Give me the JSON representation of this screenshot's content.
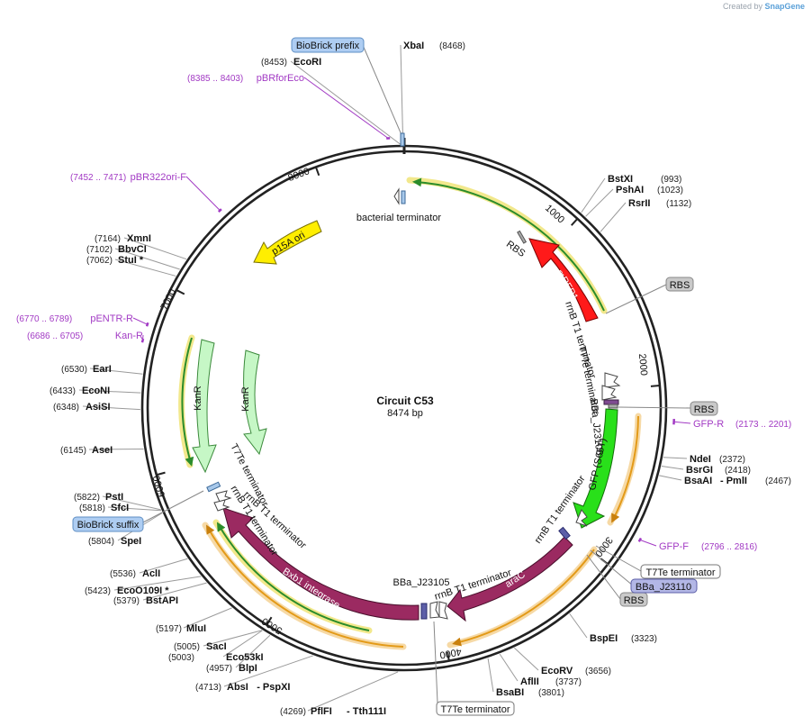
{
  "credit": {
    "prefix": "Created by",
    "brand": "SnapGene"
  },
  "plasmid": {
    "name": "Circuit C53",
    "length": "8474 bp",
    "total_bp": 8474
  },
  "ticks": [
    {
      "bp": 1000,
      "label": "1000"
    },
    {
      "bp": 2000,
      "label": "2000"
    },
    {
      "bp": 3000,
      "label": "3000"
    },
    {
      "bp": 4000,
      "label": "4000"
    },
    {
      "bp": 5000,
      "label": "5000"
    },
    {
      "bp": 6000,
      "label": "6000"
    },
    {
      "bp": 7000,
      "label": "7000"
    },
    {
      "bp": 8000,
      "label": "8000"
    }
  ],
  "enzymes": [
    {
      "name": "XbaI",
      "pos": "(8468)",
      "bp": 8468
    },
    {
      "name": "EcoRI",
      "pos": "(8453)",
      "bp": 8453
    },
    {
      "name": "BstXI",
      "pos": "(993)",
      "bp": 993
    },
    {
      "name": "PshAI",
      "pos": "(1023)",
      "bp": 1023
    },
    {
      "name": "RsrII",
      "pos": "(1132)",
      "bp": 1132
    },
    {
      "name": "NdeI",
      "pos": "(2372)",
      "bp": 2372
    },
    {
      "name": "BsrGI",
      "pos": "(2418)",
      "bp": 2418
    },
    {
      "name": "BsaAI",
      "extra": "- PmlI",
      "pos": "(2467)",
      "bp": 2467
    },
    {
      "name": "BspEI",
      "pos": "(3323)",
      "bp": 3323
    },
    {
      "name": "EcoRV",
      "pos": "(3656)",
      "bp": 3656
    },
    {
      "name": "AflII",
      "pos": "(3737)",
      "bp": 3737
    },
    {
      "name": "BsaBI",
      "pos": "(3801)",
      "bp": 3801
    },
    {
      "name": "PflFI",
      "extra": "- Tth111I",
      "pos": "(4269)",
      "bp": 4269
    },
    {
      "name": "AbsI",
      "extra": "- PspXI",
      "pos": "(4713)",
      "bp": 4713
    },
    {
      "name": "BlpI",
      "pos": "(4957)",
      "bp": 4957
    },
    {
      "name": "Eco53kI",
      "pos": "(5003)",
      "bp": 5003
    },
    {
      "name": "SacI",
      "pos": "(5005)",
      "bp": 5005
    },
    {
      "name": "MluI",
      "pos": "(5197)",
      "bp": 5197
    },
    {
      "name": "BstAPI",
      "pos": "(5379)",
      "bp": 5379
    },
    {
      "name": "EcoO109I *",
      "pos": "(5423)",
      "bp": 5423
    },
    {
      "name": "AclI",
      "pos": "(5536)",
      "bp": 5536
    },
    {
      "name": "SpeI",
      "pos": "(5804)",
      "bp": 5804
    },
    {
      "name": "SfcI",
      "pos": "(5818)",
      "bp": 5818
    },
    {
      "name": "PstI",
      "pos": "(5822)",
      "bp": 5822
    },
    {
      "name": "AseI",
      "pos": "(6145)",
      "bp": 6145
    },
    {
      "name": "AsiSI",
      "pos": "(6348)",
      "bp": 6348
    },
    {
      "name": "EcoNI",
      "pos": "(6433)",
      "bp": 6433
    },
    {
      "name": "EarI",
      "pos": "(6530)",
      "bp": 6530
    },
    {
      "name": "StuI *",
      "pos": "(7062)",
      "bp": 7062
    },
    {
      "name": "BbvCI",
      "pos": "(7102)",
      "bp": 7102
    },
    {
      "name": "XmnI",
      "pos": "(7164)",
      "bp": 7164
    }
  ],
  "primers": [
    {
      "name": "pBRforEco",
      "range": "(8385 .. 8403)",
      "start": 8385,
      "end": 8403
    },
    {
      "name": "pBR322ori-F",
      "range": "(7452 .. 7471)",
      "start": 7452,
      "end": 7471
    },
    {
      "name": "pENTR-R",
      "range": "(6770 .. 6789)",
      "start": 6770,
      "end": 6789
    },
    {
      "name": "Kan-R",
      "range": "(6686 .. 6705)",
      "start": 6686,
      "end": 6705
    },
    {
      "name": "GFP-R",
      "range": "(2173 .. 2201)",
      "start": 2173,
      "end": 2201
    },
    {
      "name": "GFP-F",
      "range": "(2796 .. 2816)",
      "start": 2796,
      "end": 2816
    }
  ],
  "boxed_features": [
    {
      "name": "BioBrick prefix",
      "color": "#aecdf2",
      "border": "#5f8fc4"
    },
    {
      "name": "BioBrick suffix",
      "color": "#aecdf2",
      "border": "#5f8fc4"
    },
    {
      "name": "RBS",
      "color": "#c9c9c9",
      "border": "#888888"
    },
    {
      "name": "RBS",
      "color": "#c9c9c9",
      "border": "#888888"
    },
    {
      "name": "RBS",
      "color": "#c9c9c9",
      "border": "#888888"
    },
    {
      "name": "T7Te terminator",
      "color": "#ffffff",
      "border": "#777777"
    },
    {
      "name": "BBa_J23110",
      "color": "#b3b7e6",
      "border": "#5c5fa8"
    },
    {
      "name": "T7Te terminator",
      "color": "#ffffff",
      "border": "#777777"
    }
  ],
  "features": [
    {
      "name": "mRFP1",
      "color": "#ff1a1a",
      "text_color": "#ffffff"
    },
    {
      "name": "GFP (S65T)",
      "color": "#29e01a",
      "text_color": "#111111"
    },
    {
      "name": "araC",
      "color": "#9b2a61",
      "text_color": "#ffffff"
    },
    {
      "name": "Bxb1 integrase",
      "color": "#9b2a61",
      "text_color": "#ffffff"
    },
    {
      "name": "p15A ori",
      "color": "#ffee00",
      "text_color": "#111111"
    },
    {
      "name": "KanR",
      "color": "#c6f7c6",
      "text_color": "#111111"
    },
    {
      "name": "KanR",
      "color": "#c6f7c6",
      "text_color": "#111111"
    }
  ],
  "feature_labels": [
    {
      "name": "bacterial terminator"
    },
    {
      "name": "RBS"
    },
    {
      "name": "rrnB T1 terminator"
    },
    {
      "name": "T7Te terminator"
    },
    {
      "name": "BBa_J23106"
    },
    {
      "name": "rrnB T1 terminator"
    },
    {
      "name": "BBa_J23105"
    },
    {
      "name": "rrnB T1 terminator"
    },
    {
      "name": "T7Te terminator"
    },
    {
      "name": "rrnB T1 terminator"
    },
    {
      "name": "rrnB T1 terminator"
    }
  ],
  "colors": {
    "backbone": "#222222",
    "primer": "#a23ac4",
    "arc_green": "#2b8c2b",
    "arc_orange": "#e39a18",
    "arc_glow": "#f2e88c"
  }
}
